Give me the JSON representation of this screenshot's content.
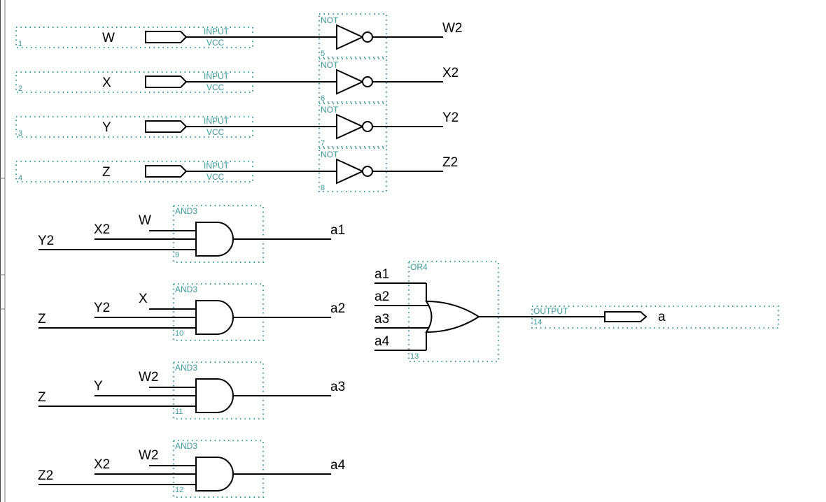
{
  "inputs": [
    {
      "num": "1",
      "name": "W",
      "type": "INPUT",
      "sub": "VCC"
    },
    {
      "num": "2",
      "name": "X",
      "type": "INPUT",
      "sub": "VCC"
    },
    {
      "num": "3",
      "name": "Y",
      "type": "INPUT",
      "sub": "VCC"
    },
    {
      "num": "4",
      "name": "Z",
      "type": "INPUT",
      "sub": "VCC"
    }
  ],
  "not_gates": [
    {
      "type": "NOT",
      "num": "5",
      "out": "W2"
    },
    {
      "type": "NOT",
      "num": "6",
      "out": "X2"
    },
    {
      "type": "NOT",
      "num": "7",
      "out": "Y2"
    },
    {
      "type": "NOT",
      "num": "8",
      "out": "Z2"
    }
  ],
  "and_gates": [
    {
      "type": "AND3",
      "num": "9",
      "in1": "W",
      "in2": "X2",
      "in3": "Y2",
      "out": "a1"
    },
    {
      "type": "AND3",
      "num": "10",
      "in1": "X",
      "in2": "Y2",
      "in3": "Z",
      "out": "a2"
    },
    {
      "type": "AND3",
      "num": "11",
      "in1": "W2",
      "in2": "Y",
      "in3": "Z",
      "out": "a3"
    },
    {
      "type": "AND3",
      "num": "12",
      "in1": "W2",
      "in2": "X2",
      "in3": "Z2",
      "out": "a4"
    }
  ],
  "or_gate": {
    "type": "OR4",
    "num": "13",
    "inputs": [
      "a1",
      "a2",
      "a3",
      "a4"
    ]
  },
  "output": {
    "type": "OUTPUT",
    "num": "14",
    "name": "a"
  },
  "colors": {
    "annotation": "#3a9a9a",
    "wire": "#000000"
  }
}
